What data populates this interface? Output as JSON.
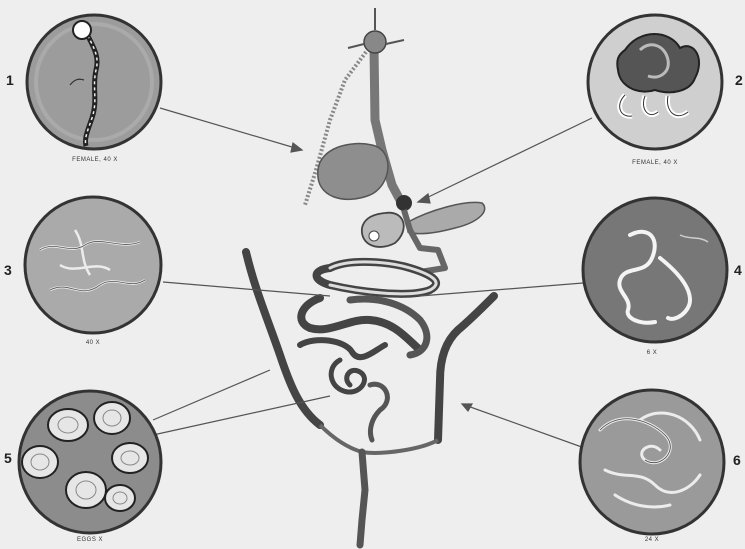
{
  "panels": [
    {
      "number": "1",
      "caption": "FEMALE, 40 X"
    },
    {
      "number": "2",
      "caption": "FEMALE, 40 X"
    },
    {
      "number": "3",
      "caption": "40 X"
    },
    {
      "number": "4",
      "caption": "6 X"
    },
    {
      "number": "5",
      "caption": "EGGS X"
    },
    {
      "number": "6",
      "caption": "24 X"
    }
  ],
  "colors": {
    "background": "#eeeeee",
    "circle_fill": "#9a9a9a",
    "worm": "#f2f2f2",
    "intestine": "#555555"
  }
}
